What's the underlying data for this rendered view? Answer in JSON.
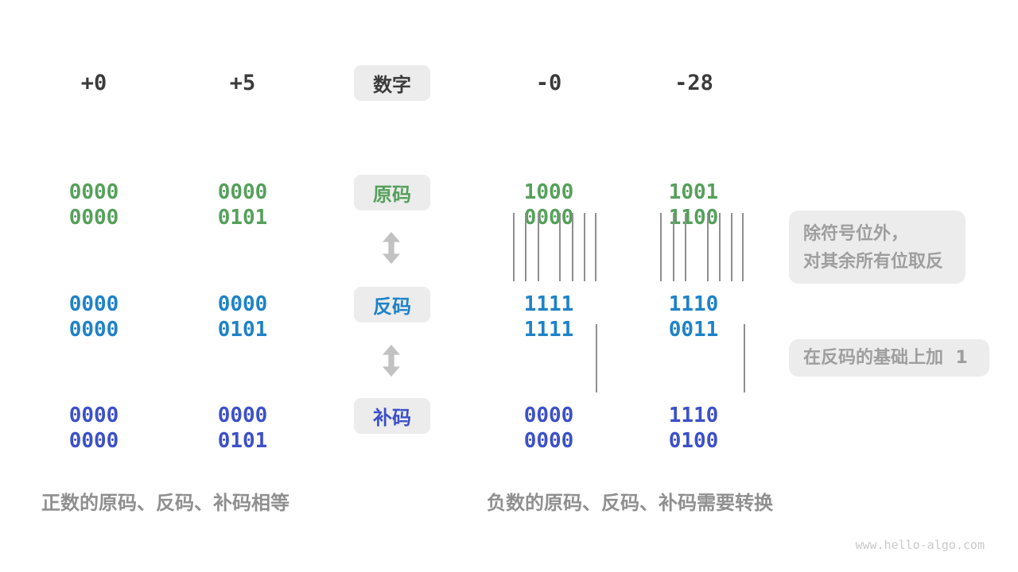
{
  "header": {
    "numbers": [
      "+0",
      "+5",
      "-0",
      "-28"
    ],
    "label": "数字"
  },
  "rows": [
    {
      "label": "原码",
      "values": [
        "0000 0000",
        "0000 0101",
        "1000 0000",
        "1001 1100"
      ]
    },
    {
      "label": "反码",
      "values": [
        "0000 0000",
        "0000 0101",
        "1111 1111",
        "1110 0011"
      ]
    },
    {
      "label": "补码",
      "values": [
        "0000 0000",
        "0000 0101",
        "0000 0000",
        "1110 0100"
      ]
    }
  ],
  "annotations": {
    "flip_line1": "除符号位外，",
    "flip_line2": "对其余所有位取反",
    "plus_one": "在反码的基础上加  1"
  },
  "captions": {
    "positive": "正数的原码、反码、补码相等",
    "negative": "负数的原码、反码、补码需要转换"
  },
  "watermark": "www.hello-algo.com",
  "colors": {
    "sign_magnitude_green": "#56a05c",
    "ones_complement_blue": "#1e82c8",
    "twos_complement_indigo": "#3c50c8",
    "tag_background": "#ececec",
    "heading_text": "#3b3b3b",
    "annotation_text": "#9e9e9e",
    "caption_text": "#8f8f8f",
    "connector_line": "#8f8f8f",
    "arrow_gray": "#c2c2c2",
    "watermark_text": "#c9c9c9"
  }
}
